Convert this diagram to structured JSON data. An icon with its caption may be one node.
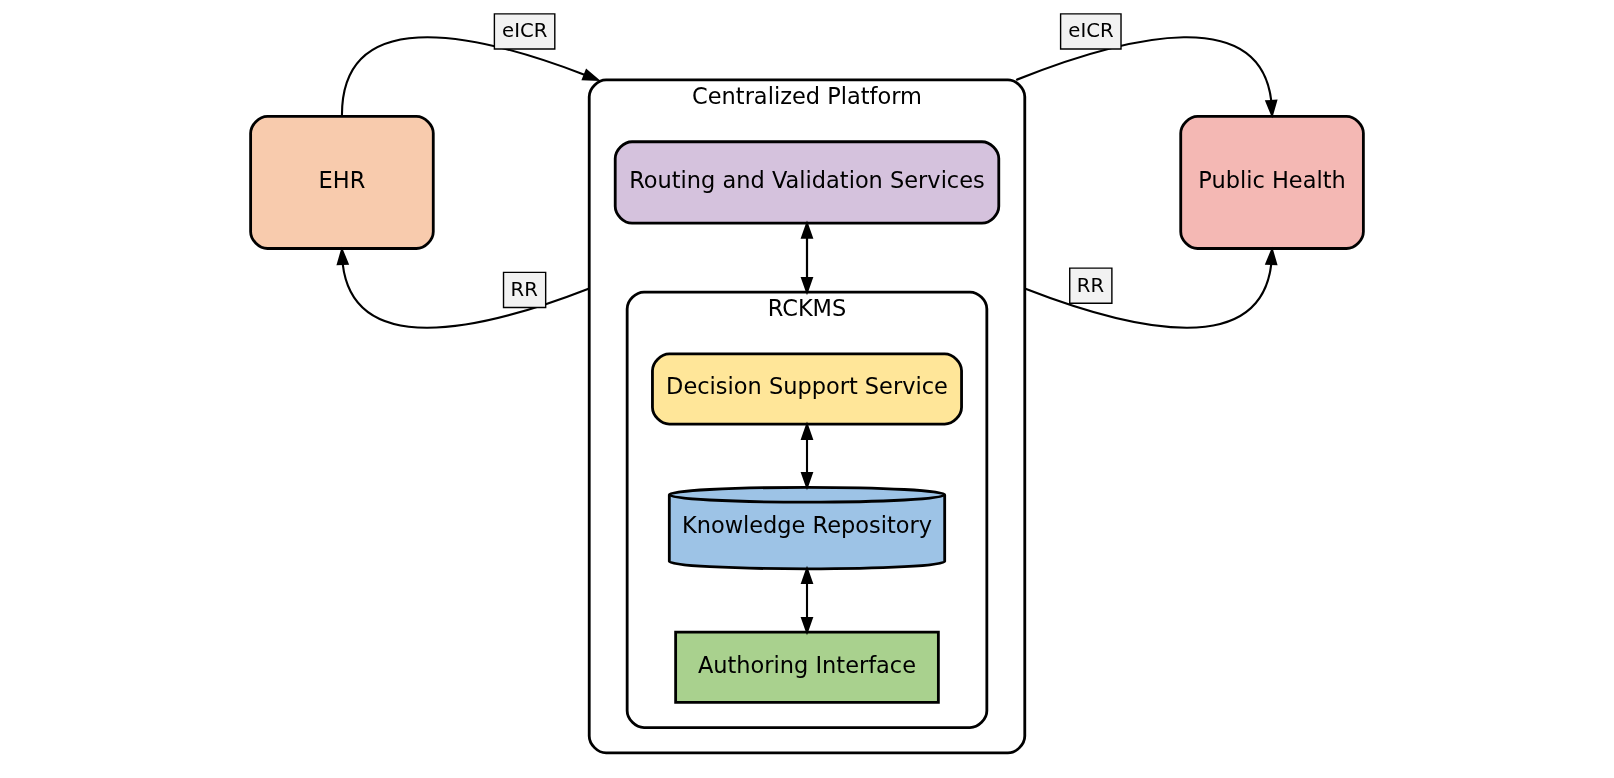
{
  "diagram": {
    "nodes": [
      {
        "text": [
          "EHR"
        ]
      },
      {
        "text": [
          "Centralized Platform"
        ]
      },
      {
        "text": [
          "Routing and Validation Services"
        ],
        "in": 1
      },
      {
        "text": [
          "RCKMS"
        ],
        "in": 1
      },
      {
        "text": [
          "Decision Support Service"
        ],
        "in": 3
      },
      {
        "text": [
          "Knowledge Repository"
        ],
        "in": 3
      },
      {
        "text": [
          "Authoring Interface"
        ],
        "in": 3
      },
      {
        "text": [
          "Public Health"
        ]
      }
    ],
    "edges": [
      {
        "from": 0,
        "to": 1,
        "arrow": "to",
        "label": "eICR"
      },
      {
        "from": 1,
        "to": 0,
        "arrow": "to",
        "label": "RR"
      },
      {
        "from": 1,
        "to": 7,
        "arrow": "to",
        "label": "eICR"
      },
      {
        "from": 1,
        "to": 7,
        "arrow": "to",
        "label": "RR"
      },
      {
        "from": 2,
        "to": 3,
        "arrow": "to"
      },
      {
        "from": 3,
        "to": 2,
        "arrow": "to"
      },
      {
        "from": 4,
        "to": 5,
        "arrow": "both"
      },
      {
        "from": 5,
        "to": 6,
        "arrow": "both"
      }
    ]
  }
}
